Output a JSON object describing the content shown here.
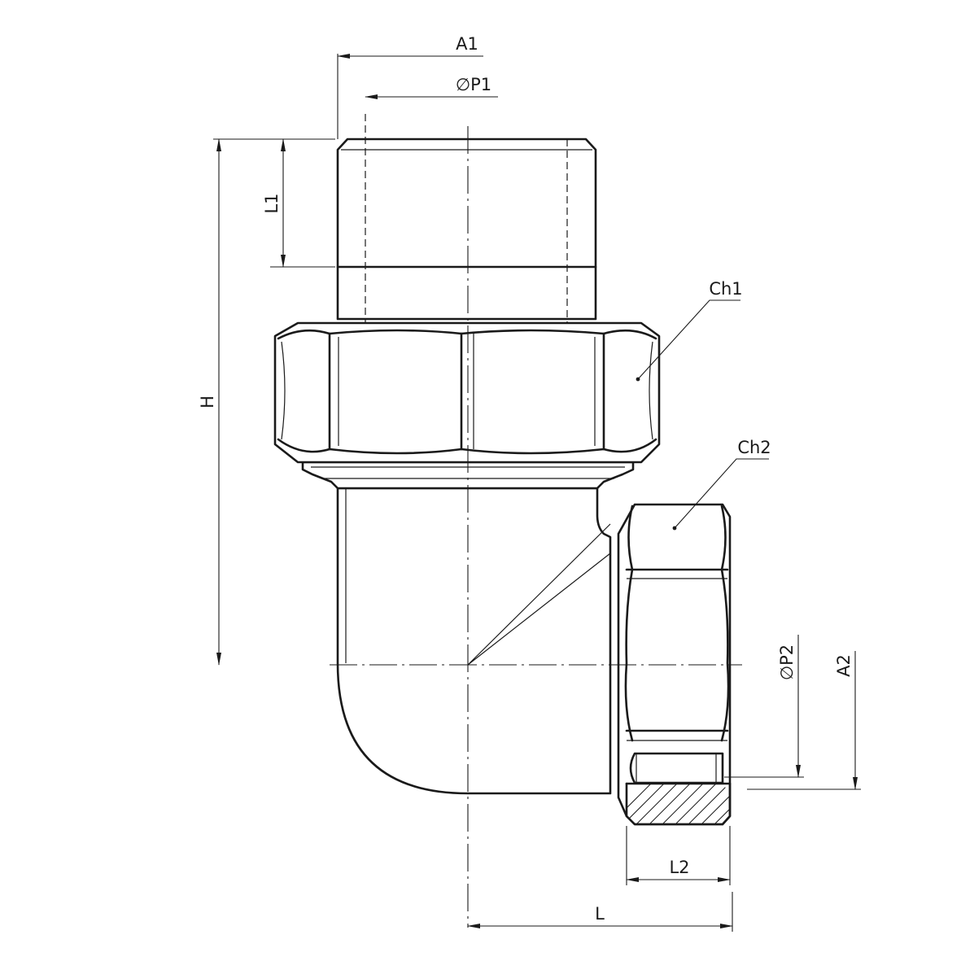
{
  "drawing": {
    "labels": {
      "a1": "A1",
      "p1": "∅P1",
      "l1": "L1",
      "h": "H",
      "ch1": "Ch1",
      "ch2": "Ch2",
      "p2": "∅P2",
      "a2": "A2",
      "l2": "L2",
      "l": "L"
    }
  }
}
